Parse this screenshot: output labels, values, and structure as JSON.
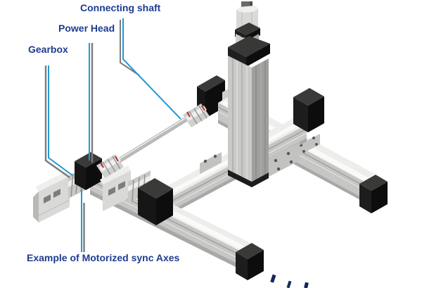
{
  "diagram": {
    "labels": {
      "connecting_shaft": "Connecting shaft",
      "power_head": "Power Head",
      "gearbox": "Gearbox",
      "caption": "Example of Motorized sync Axes"
    },
    "colors": {
      "label_text": "#1d3c90",
      "leader_blue": "#2397d4",
      "leader_gray": "#7b7b7b",
      "rail_top": "#ededeb",
      "rail_front": "#c6c6c4",
      "black_part": "#1d1d1d",
      "metal": "#d9d9d7",
      "coupling_mark_red": "#b23636",
      "background": "#ffffff"
    }
  }
}
